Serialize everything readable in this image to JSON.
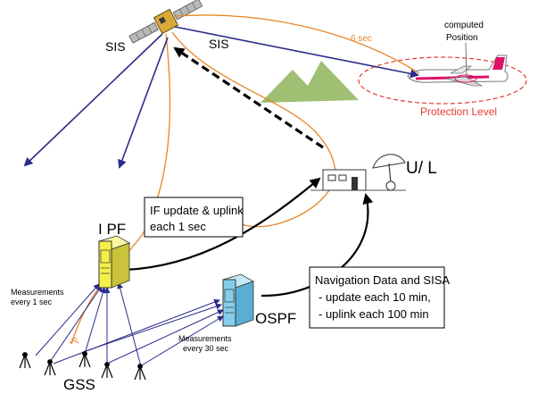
{
  "labels": {
    "sis_left": "SIS",
    "sis_right": "SIS",
    "six_sec": "6 sec",
    "computed": "computed",
    "position": "Position",
    "protection_level": "Protection Level",
    "ul": "U/ L",
    "ipf": "I PF",
    "ospf": "OSPF",
    "gss": "GSS",
    "meas1_line1": "Measurements",
    "meas1_line2": "every 1 sec",
    "meas2_line1": "Measurements",
    "meas2_line2": "every 30 sec"
  },
  "if_box": {
    "line1": "IF update & uplink",
    "line2": "each 1 sec"
  },
  "nav_box": {
    "line1": "Navigation Data and SISA",
    "line2": "- update each 10 min,",
    "line3": "- uplink each 100 min"
  },
  "colors": {
    "navy": "#2b2b8c",
    "orange": "#e8862a",
    "red": "#e53935",
    "mountain": "#9fbf73",
    "ipf_yellow": "#f4ef4a",
    "ospf_blue": "#86cdeb",
    "plane_pink": "#e0106a"
  }
}
